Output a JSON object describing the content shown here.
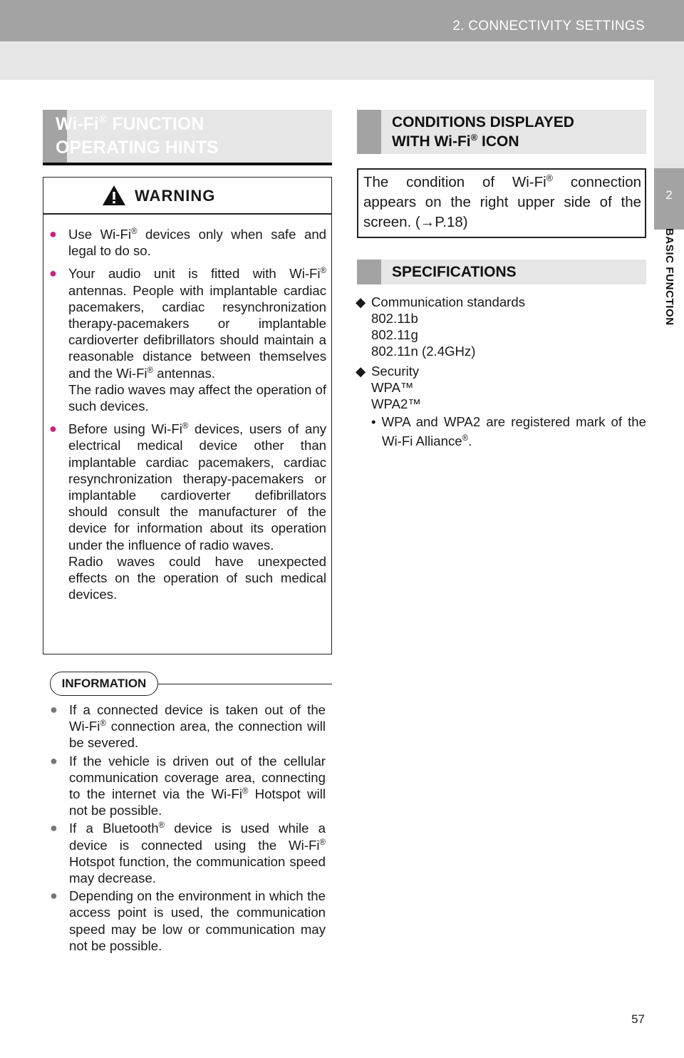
{
  "header": {
    "title": "2. CONNECTIVITY SETTINGS"
  },
  "side_tab": {
    "number": "2",
    "label": "BASIC FUNCTION"
  },
  "left_section": {
    "title_line1_a": "Wi-Fi",
    "title_line1_reg": "®",
    "title_line1_b": " FUNCTION",
    "title_line2": "OPERATING HINTS"
  },
  "warning": {
    "title": "WARNING",
    "items": [
      {
        "a": "Use Wi-Fi",
        "reg": "®",
        "b": " devices only when safe and legal to do so."
      },
      {
        "a": "Your audio unit is fitted with Wi-Fi",
        "reg": "®",
        "b": " antennas. People with implantable cardiac pacemakers, cardiac resynchronization therapy-pacemakers or implantable cardioverter defibrillators should maintain a reasonable distance between themselves and the Wi-Fi",
        "reg2": "®",
        "c": " antennas.",
        "d": "The radio waves may affect the operation of such devices."
      },
      {
        "a": "Before using Wi-Fi",
        "reg": "®",
        "b": " devices, users of any electrical medical device other than implantable cardiac pacemakers, cardiac resynchronization therapy-pacemakers or implantable cardioverter defibrillators should consult the manufacturer of the device for information about its operation under the influence of radio waves.",
        "d": "Radio waves could have unexpected effects on the operation of such medical devices."
      }
    ]
  },
  "information": {
    "tag": "INFORMATION",
    "items": [
      {
        "a": "If a connected device is taken out of the Wi-Fi",
        "reg": "®",
        "b": " connection area, the connection will be severed."
      },
      {
        "a": "If the vehicle is driven out of the cellular communication coverage area, connecting to the internet via the Wi-Fi",
        "reg": "®",
        "b": " Hotspot will not be possible."
      },
      {
        "a": "If a Bluetooth",
        "reg": "®",
        "b": " device is used while a device is connected using the Wi-Fi",
        "reg2": "®",
        "c": " Hotspot function, the communication speed may decrease."
      },
      {
        "a": "Depending on the environment in which the access point is used, the communication speed may be low or communication may not be possible."
      }
    ]
  },
  "conditions": {
    "title_line1": "CONDITIONS DISPLAYED",
    "title_line2_a": "WITH Wi-Fi",
    "title_line2_reg": "®",
    "title_line2_b": " ICON",
    "text_a": "The condition of Wi-Fi",
    "text_reg": "®",
    "text_b": " connection appears on the right upper side of the screen. (",
    "text_arrow": "→",
    "text_c": "P.18)"
  },
  "specifications": {
    "title": "SPECIFICATIONS",
    "comm_label": "Communication standards",
    "comm_values": [
      "802.11b",
      "802.11g",
      "802.11n (2.4GHz)"
    ],
    "security_label": "Security",
    "security_values": [
      "WPA™",
      "WPA2™"
    ],
    "note_a": "• WPA and WPA2 are registered mark of the Wi-Fi Alliance",
    "note_reg": "®",
    "note_b": "."
  },
  "footer": {
    "page_number": "57"
  },
  "colors": {
    "bullet_pink": "#cc1f7a",
    "header_gray": "#a3a3a3",
    "band_gray": "#e6e6e6"
  }
}
